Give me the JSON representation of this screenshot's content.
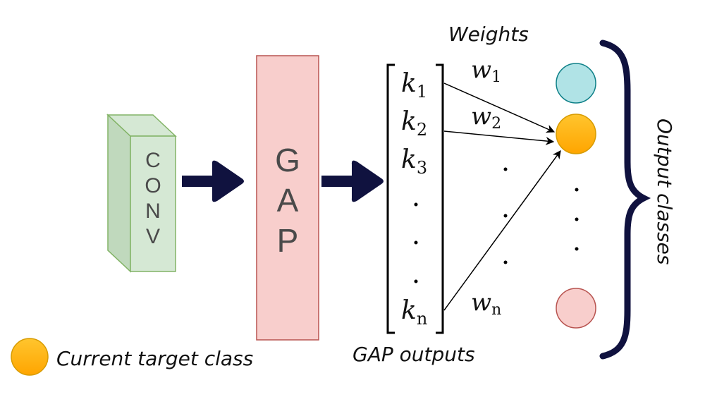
{
  "diagram": {
    "conv_block": {
      "letters": [
        "C",
        "O",
        "N",
        "V"
      ],
      "fill": "#d5e8d4",
      "stroke": "#82b366"
    },
    "gap_block": {
      "letters": [
        "G",
        "A",
        "P"
      ],
      "fill": "#f8cecc",
      "stroke": "#b85450"
    },
    "arrow_color": "#10123f",
    "gap_outputs": {
      "label": "GAP outputs",
      "entries": [
        {
          "base": "k",
          "sub": "1"
        },
        {
          "base": "k",
          "sub": "2"
        },
        {
          "base": "k",
          "sub": "3"
        },
        {
          "base": ".",
          "sub": ""
        },
        {
          "base": ".",
          "sub": ""
        },
        {
          "base": ".",
          "sub": ""
        },
        {
          "base": "k",
          "sub": "n"
        }
      ]
    },
    "weights": {
      "title": "Weights",
      "labels": [
        {
          "base": "w",
          "sub": "1"
        },
        {
          "base": "w",
          "sub": "2"
        },
        {
          "base": "w",
          "sub": "n"
        }
      ]
    },
    "output_classes": {
      "label": "Output classes",
      "nodes": [
        {
          "name": "class-1",
          "fill": "#b0e3e6",
          "stroke": "#0e8088"
        },
        {
          "name": "class-target",
          "fill": "#ffbb22",
          "stroke": "#d79b00"
        },
        {
          "name": "class-n",
          "fill": "#f8cecc",
          "stroke": "#b85450"
        }
      ]
    },
    "legend": {
      "label": "Current target class",
      "fill": "#ffbb22",
      "stroke": "#d79b00"
    }
  }
}
